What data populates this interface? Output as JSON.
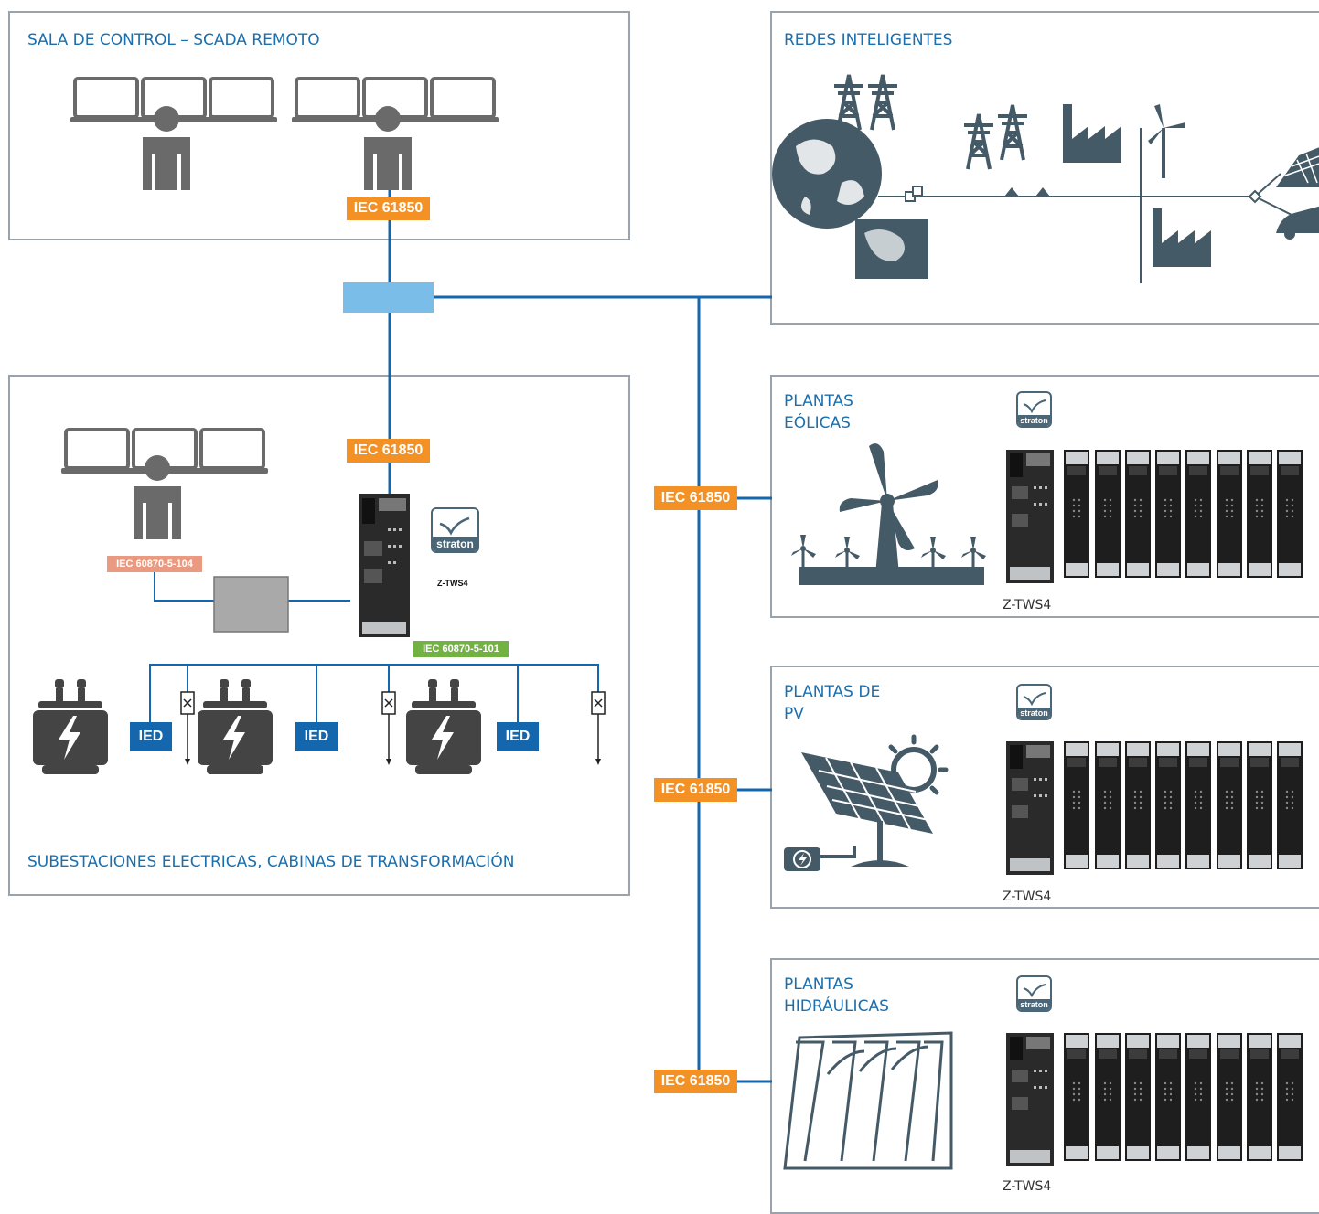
{
  "panels": {
    "control_room": {
      "title": "SALA DE CONTROL – SCADA REMOTO"
    },
    "smart_grids": {
      "title": "REDES INTELIGENTES"
    },
    "substations": {
      "title": "SUBESTACIONES ELECTRICAS, CABINAS DE TRANSFORMACIÓN"
    },
    "wind": {
      "title_line1": "PLANTAS",
      "title_line2": "EÓLICAS",
      "caption": "Z-TWS4"
    },
    "pv": {
      "title_line1": "PLANTAS DE",
      "title_line2": "PV",
      "caption": "Z-TWS4"
    },
    "hydro": {
      "title_line1": "PLANTAS",
      "title_line2": "HIDRÁULICAS",
      "caption": "Z-TWS4"
    }
  },
  "protocols": {
    "scada": "IEC 61850",
    "substation": "IEC 61850",
    "wind": "IEC 61850",
    "pv": "IEC 61850",
    "hydro": "IEC 61850",
    "local_hmi": "IEC 60870-5-104",
    "field_bus": "IEC 60870-5-101"
  },
  "device": {
    "name": "Z-TWS4"
  },
  "logo": {
    "label": "straton"
  },
  "ied_labels": [
    "IED",
    "IED",
    "IED"
  ],
  "colors": {
    "accent_blue": "#1b6fae",
    "wire_blue": "#1466ad",
    "switch_light_blue": "#79bde8",
    "iec_orange": "#f39124",
    "iec104_salmon": "#ea9a80",
    "iec101_green": "#72b243",
    "icon_slate": "#455a67",
    "operator_gray": "#6a6a6a",
    "panel_border": "#9aa3ab"
  },
  "icons": [
    "monitor-icon",
    "operator-icon",
    "network-switch-icon",
    "globe-icon",
    "power-pylon-icon",
    "factory-icon",
    "wind-turbine-icon",
    "solar-panel-icon",
    "electric-car-icon",
    "transformer-icon",
    "circuit-breaker-icon",
    "solar-panel-sun-icon",
    "hydro-dam-icon",
    "straton-logo-icon",
    "plc-module-icon"
  ]
}
